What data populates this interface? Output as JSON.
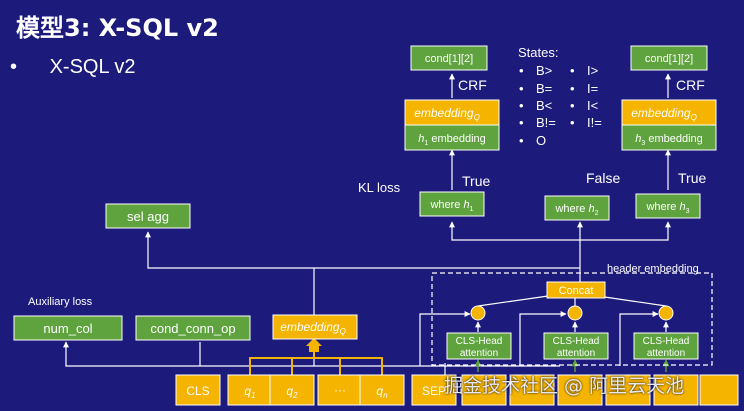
{
  "slide": {
    "title": "模型3: X-SQL v2",
    "bullet": "X-SQL v2",
    "bullet_marker": "•",
    "watermark": "掘金技术社区 @ 阿里云天池"
  },
  "diagram": {
    "top_outputs": [
      "cond[1][2]",
      "cond[1][2]"
    ],
    "crf_labels": [
      "CRF",
      "CRF"
    ],
    "embedding_q": "embedding",
    "embedding_q_sub": "Q",
    "h1_embedding": "embedding",
    "h3_embedding": "embedding",
    "h1_prefix": "h",
    "h1_sub": "1",
    "h3_sub": "3",
    "kl_loss": "KL loss",
    "true_labels": [
      "True",
      "True"
    ],
    "false_label": "False",
    "where_prefix": "where",
    "where_subs": [
      "1",
      "2",
      "3"
    ],
    "states_title": "States:",
    "states_left": [
      "B>",
      "B=",
      "B<",
      "B!=",
      "O"
    ],
    "states_right": [
      "I>",
      "I=",
      "I<",
      "I!="
    ],
    "sel_agg": "sel agg",
    "header_embedding": "header embedding",
    "concat": "Concat",
    "auxiliary_loss": "Auxiliary loss",
    "num_col": "num_col",
    "cond_conn_op": "cond_conn_op",
    "cls_head_line1": "CLS-Head",
    "cls_head_line2": "attention",
    "tokens": {
      "cls": "CLS",
      "q_prefix": "q",
      "q_subs": [
        "1",
        "2",
        "",
        "n"
      ],
      "ellipsis": "···",
      "sep": "SEP"
    }
  },
  "colors": {
    "background": "#1c1a7a",
    "green_box": "#5ea33d",
    "orange_box": "#f5b400",
    "line": "#ffffff"
  }
}
